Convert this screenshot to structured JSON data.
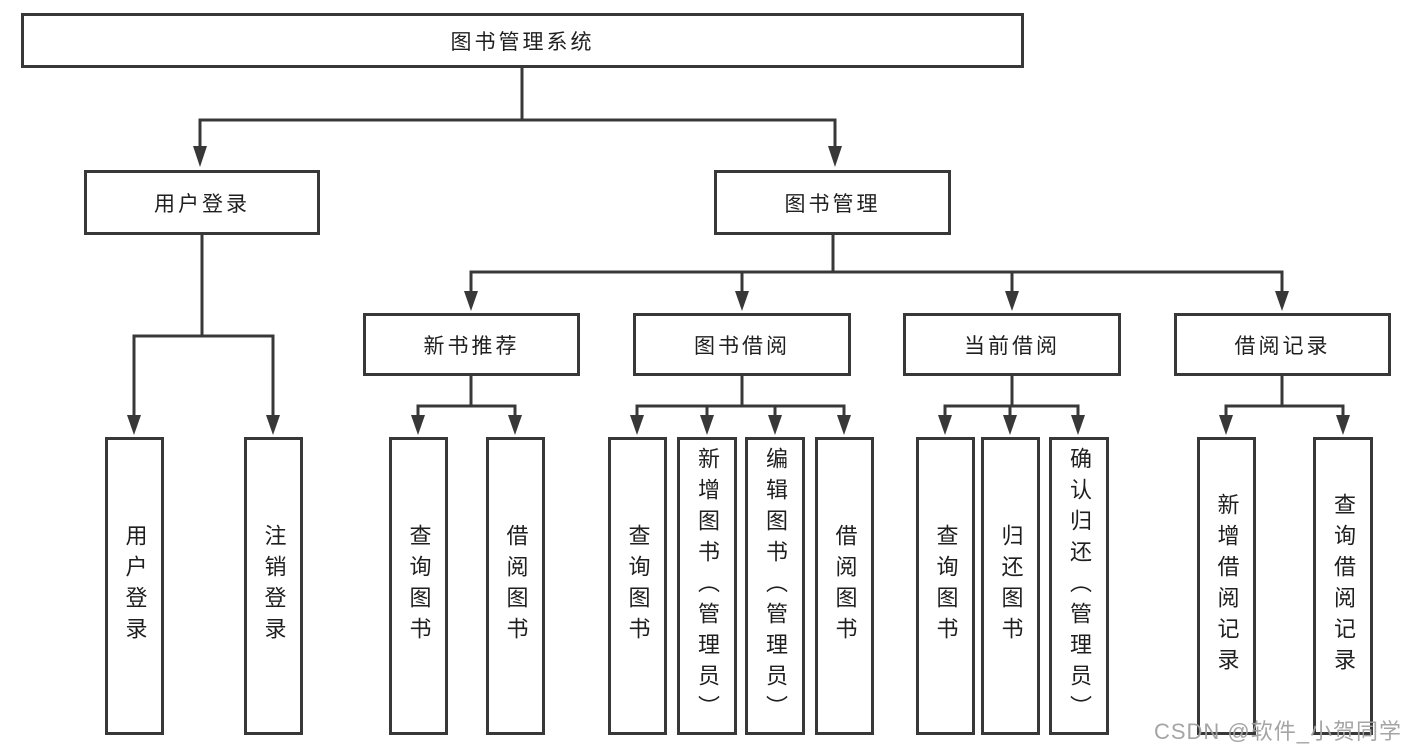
{
  "diagram_title": "图书管理系统",
  "tree": {
    "root": {
      "label": "图书管理系统",
      "children": [
        {
          "label": "用户登录",
          "children": [
            {
              "label": "用户登录"
            },
            {
              "label": "注销登录"
            }
          ]
        },
        {
          "label": "图书管理",
          "children": [
            {
              "label": "新书推荐",
              "children": [
                {
                  "label": "查询图书"
                },
                {
                  "label": "借阅图书"
                }
              ]
            },
            {
              "label": "图书借阅",
              "children": [
                {
                  "label": "查询图书"
                },
                {
                  "label": "新增图书（管理员）"
                },
                {
                  "label": "编辑图书（管理员）"
                },
                {
                  "label": "借阅图书"
                }
              ]
            },
            {
              "label": "当前借阅",
              "children": [
                {
                  "label": "查询图书"
                },
                {
                  "label": "归还图书"
                },
                {
                  "label": "确认归还（管理员）"
                }
              ]
            },
            {
              "label": "借阅记录",
              "children": [
                {
                  "label": "新增借阅记录"
                },
                {
                  "label": "查询借阅记录"
                }
              ]
            }
          ]
        }
      ]
    }
  },
  "watermark": {
    "text": "CSDN @软件_小贺同学"
  },
  "colors": {
    "line": "#383838",
    "box_border": "#383838",
    "background": "#ffffff",
    "text": "#1f1f1f",
    "watermark": "#a6a6a6"
  }
}
